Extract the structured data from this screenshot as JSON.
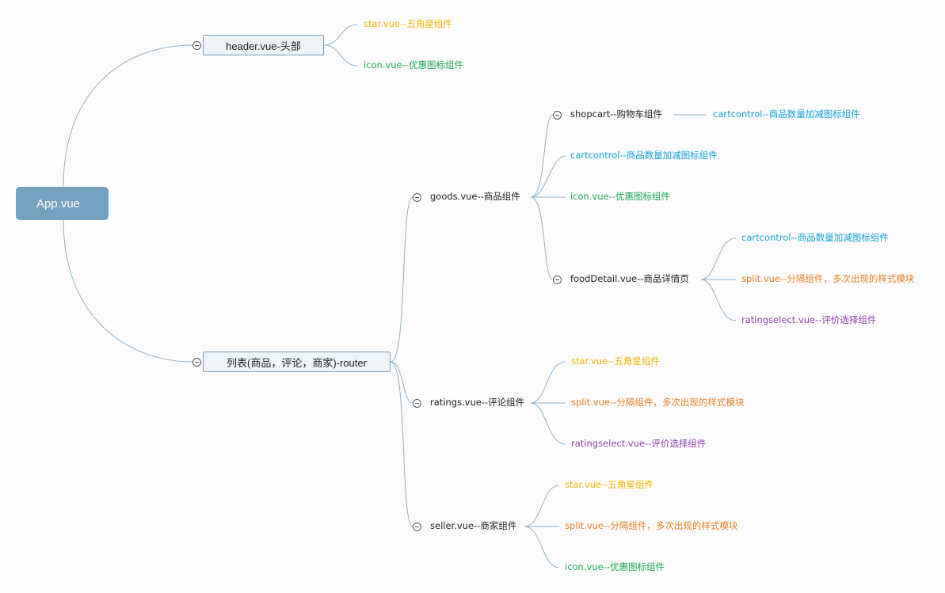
{
  "colors": {
    "line": "#8fb0c9",
    "root_fill": "#75a1c1",
    "yellow": "#f2b600",
    "green": "#1aa855",
    "blue": "#13a3d6",
    "orange": "#e67e22",
    "purple": "#8e44ad"
  },
  "root": {
    "label": "App.vue"
  },
  "header": {
    "label": "header.vue-头部",
    "children": [
      "star.vue--五角星组件",
      "icon.vue--优惠图标组件"
    ]
  },
  "router": {
    "label": "列表(商品，评论，商家)-router"
  },
  "goods": {
    "label": "goods.vue--商品组件",
    "shopcart": {
      "label": "shopcart--购物车组件",
      "child": "cartcontrol--商品数量加减图标组件"
    },
    "cartcontrol": "cartcontrol--商品数量加减图标组件",
    "icon": "icon.vue--优惠图标组件",
    "fooddetail": {
      "label": "foodDetail.vue--商品详情页",
      "children": [
        "cartcontrol--商品数量加减图标组件",
        "split.vue--分隔组件，多次出现的样式模块",
        "ratingselect.vue--评价选择组件"
      ]
    }
  },
  "ratings": {
    "label": "ratings.vue--评论组件",
    "children": [
      "star.vue--五角星组件",
      "split.vue--分隔组件，多次出现的样式模块",
      "ratingselect.vue--评价选择组件"
    ]
  },
  "seller": {
    "label": "seller.vue--商家组件",
    "children": [
      "star.vue--五角星组件",
      "split.vue--分隔组件，多次出现的样式模块",
      "icon.vue--优惠图标组件"
    ]
  }
}
